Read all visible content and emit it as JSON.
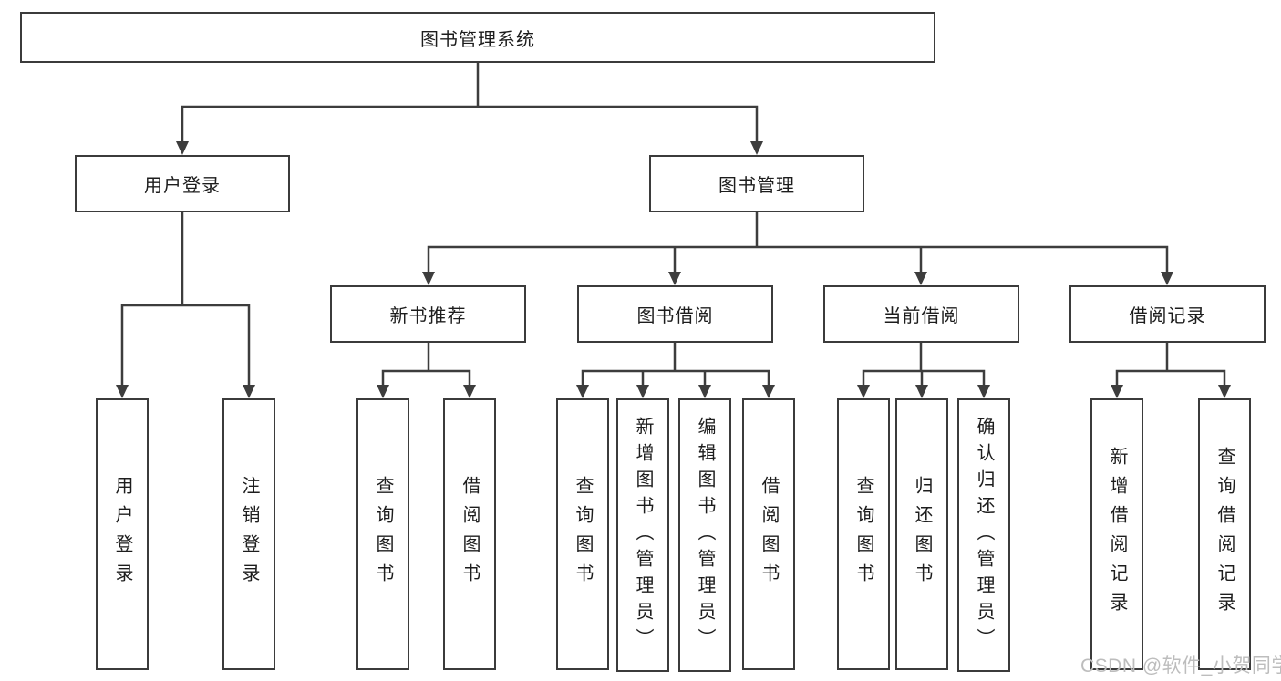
{
  "diagram": {
    "root": {
      "label": "图书管理系统"
    },
    "user_login": {
      "label": "用户登录",
      "children": [
        {
          "label": "用户登录"
        },
        {
          "label": "注销登录"
        }
      ]
    },
    "book_management": {
      "label": "图书管理",
      "groups": [
        {
          "label": "新书推荐",
          "children": [
            {
              "label": "查询图书"
            },
            {
              "label": "借阅图书"
            }
          ]
        },
        {
          "label": "图书借阅",
          "children": [
            {
              "label": "查询图书"
            },
            {
              "label": "新增图书（管理员）"
            },
            {
              "label": "编辑图书（管理员）"
            },
            {
              "label": "借阅图书"
            }
          ]
        },
        {
          "label": "当前借阅",
          "children": [
            {
              "label": "查询图书"
            },
            {
              "label": "归还图书"
            },
            {
              "label": "确认归还（管理员）"
            }
          ]
        },
        {
          "label": "借阅记录",
          "children": [
            {
              "label": "新增借阅记录"
            },
            {
              "label": "查询借阅记录"
            }
          ]
        }
      ]
    }
  },
  "watermark": {
    "text": "CSDN @软件_小贺同学",
    "color": "#bdbdbd"
  },
  "colors": {
    "line": "#3d3d3d",
    "text": "#1d1d1d",
    "background": "#ffffff"
  }
}
